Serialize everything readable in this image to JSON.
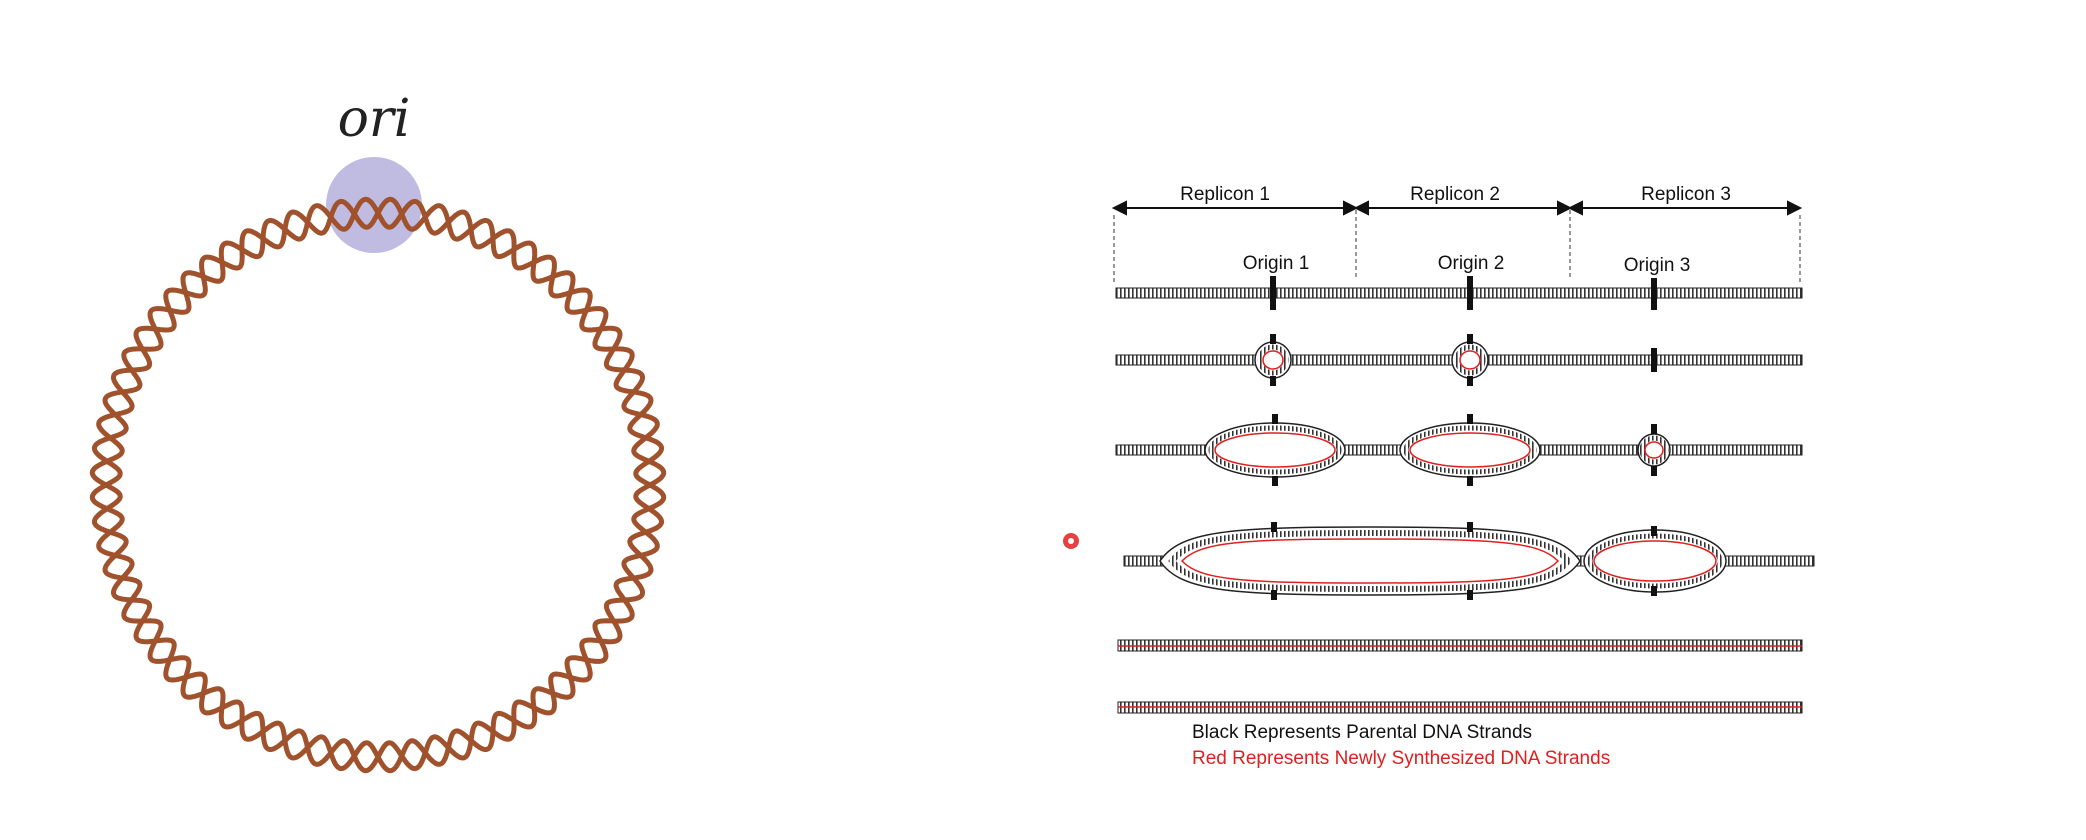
{
  "circular_plasmid": {
    "ori_label": "ori",
    "helix_color": "#a0522d",
    "ori_highlight_color": "#b5b0dc"
  },
  "linear_replication": {
    "replicons": [
      {
        "label": "Replicon 1"
      },
      {
        "label": "Replicon 2"
      },
      {
        "label": "Replicon 3"
      }
    ],
    "origins": [
      {
        "label": "Origin 1"
      },
      {
        "label": "Origin 2"
      },
      {
        "label": "Origin 3"
      }
    ],
    "legend": {
      "parental": {
        "text": "Black Represents Parental DNA Strands",
        "color": "#111111"
      },
      "new": {
        "text": "Red Represents Newly Synthesized DNA Strands",
        "color": "#e02020"
      }
    }
  },
  "pointer": {
    "color": "#e02020"
  }
}
